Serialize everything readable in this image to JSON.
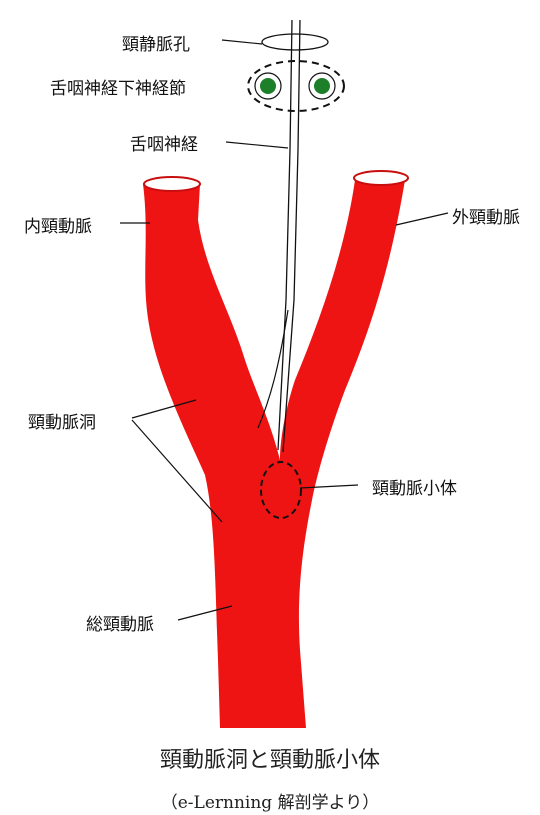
{
  "labels": {
    "jugular_foramen": "頸静脈孔",
    "ganglion": "舌咽神経下神経節",
    "glossopharyngeal_nerve": "舌咽神経",
    "internal_carotid": "内頸動脈",
    "external_carotid": "外頸動脈",
    "carotid_sinus": "頸動脈洞",
    "carotid_body": "頸動脈小体",
    "common_carotid": "総頸動脈"
  },
  "caption": {
    "title": "頸動脈洞と頸動脈小体",
    "credit": "（e-Lernning 解剖学より）"
  },
  "colors": {
    "artery": "#ef1414",
    "ganglion_dot": "#1e7f2a",
    "line": "#111111"
  }
}
